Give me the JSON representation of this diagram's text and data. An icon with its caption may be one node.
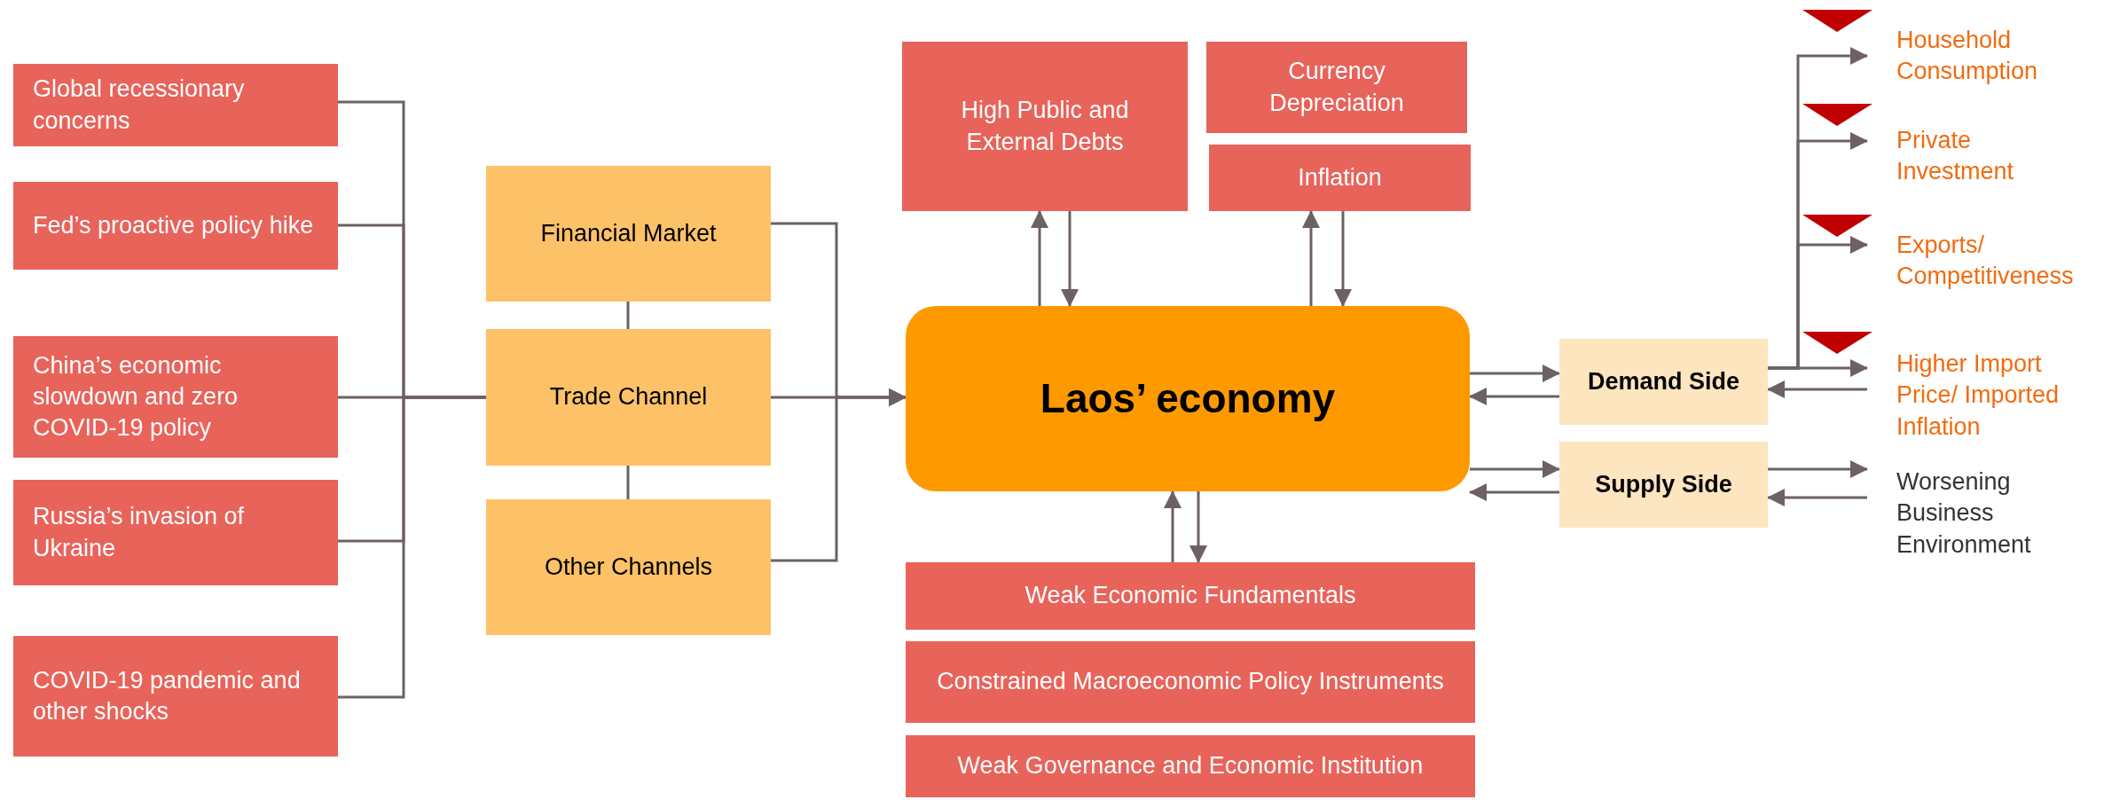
{
  "diagram": {
    "nodes": [
      {
        "text": [
          "Global recessionary concerns"
        ]
      },
      {
        "text": [
          "Fed’s proactive policy hike"
        ]
      },
      {
        "text": [
          "China’s economic slowdown and zero COVID-19 policy"
        ]
      },
      {
        "text": [
          "Russia’s invasion of Ukraine"
        ]
      },
      {
        "text": [
          "COVID-19 pandemic and other shocks"
        ]
      },
      {
        "text": [
          "Financial Market"
        ]
      },
      {
        "text": [
          "Trade Channel"
        ]
      },
      {
        "text": [
          "Other Channels"
        ]
      },
      {
        "text": [
          "High Public and External Debts"
        ]
      },
      {
        "text": [
          "Currency Depreciation"
        ]
      },
      {
        "text": [
          "Inflation"
        ]
      },
      {
        "text": [
          "Laos’ economy"
        ]
      },
      {
        "text": [
          "Weak Economic Fundamentals"
        ]
      },
      {
        "text": [
          "Constrained Macroeconomic Policy Instruments"
        ]
      },
      {
        "text": [
          "Weak Governance and Economic Institution"
        ]
      },
      {
        "text": [
          "Demand Side"
        ]
      },
      {
        "text": [
          "Supply Side"
        ]
      },
      {
        "text": [
          "Household Consumption"
        ]
      },
      {
        "text": [
          "Private Investment"
        ]
      },
      {
        "text": [
          "Exports/ Competitiveness"
        ]
      },
      {
        "text": [
          "Higher Import Price/ Imported Inflation"
        ]
      },
      {
        "text": [
          "Worsening Business Environment"
        ]
      }
    ],
    "edges": [
      {
        "from": 0,
        "to": 6,
        "arrow": "none"
      },
      {
        "from": 1,
        "to": 6,
        "arrow": "none"
      },
      {
        "from": 2,
        "to": 6,
        "arrow": "none"
      },
      {
        "from": 3,
        "to": 6,
        "arrow": "none"
      },
      {
        "from": 4,
        "to": 6,
        "arrow": "none"
      },
      {
        "from": 5,
        "to": 6,
        "arrow": "none"
      },
      {
        "from": 6,
        "to": 7,
        "arrow": "none"
      },
      {
        "from": 5,
        "to": 11,
        "arrow": "to"
      },
      {
        "from": 6,
        "to": 11,
        "arrow": "to"
      },
      {
        "from": 7,
        "to": 11,
        "arrow": "to"
      },
      {
        "from": 11,
        "to": 8,
        "arrow": "to"
      },
      {
        "from": 8,
        "to": 11,
        "arrow": "to"
      },
      {
        "from": 11,
        "to": 10,
        "arrow": "to"
      },
      {
        "from": 10,
        "to": 11,
        "arrow": "to"
      },
      {
        "from": 12,
        "to": 11,
        "arrow": "to"
      },
      {
        "from": 11,
        "to": 12,
        "arrow": "to"
      },
      {
        "from": 11,
        "to": 15,
        "arrow": "to"
      },
      {
        "from": 15,
        "to": 11,
        "arrow": "to"
      },
      {
        "from": 11,
        "to": 16,
        "arrow": "to"
      },
      {
        "from": 16,
        "to": 11,
        "arrow": "to"
      },
      {
        "from": 15,
        "to": 17,
        "arrow": "to"
      },
      {
        "from": 15,
        "to": 18,
        "arrow": "to"
      },
      {
        "from": 15,
        "to": 19,
        "arrow": "to"
      },
      {
        "from": 15,
        "to": 20,
        "arrow": "to"
      },
      {
        "from": 20,
        "to": 15,
        "arrow": "to"
      },
      {
        "from": 16,
        "to": 21,
        "arrow": "to"
      },
      {
        "from": 21,
        "to": 16,
        "arrow": "to"
      }
    ]
  }
}
